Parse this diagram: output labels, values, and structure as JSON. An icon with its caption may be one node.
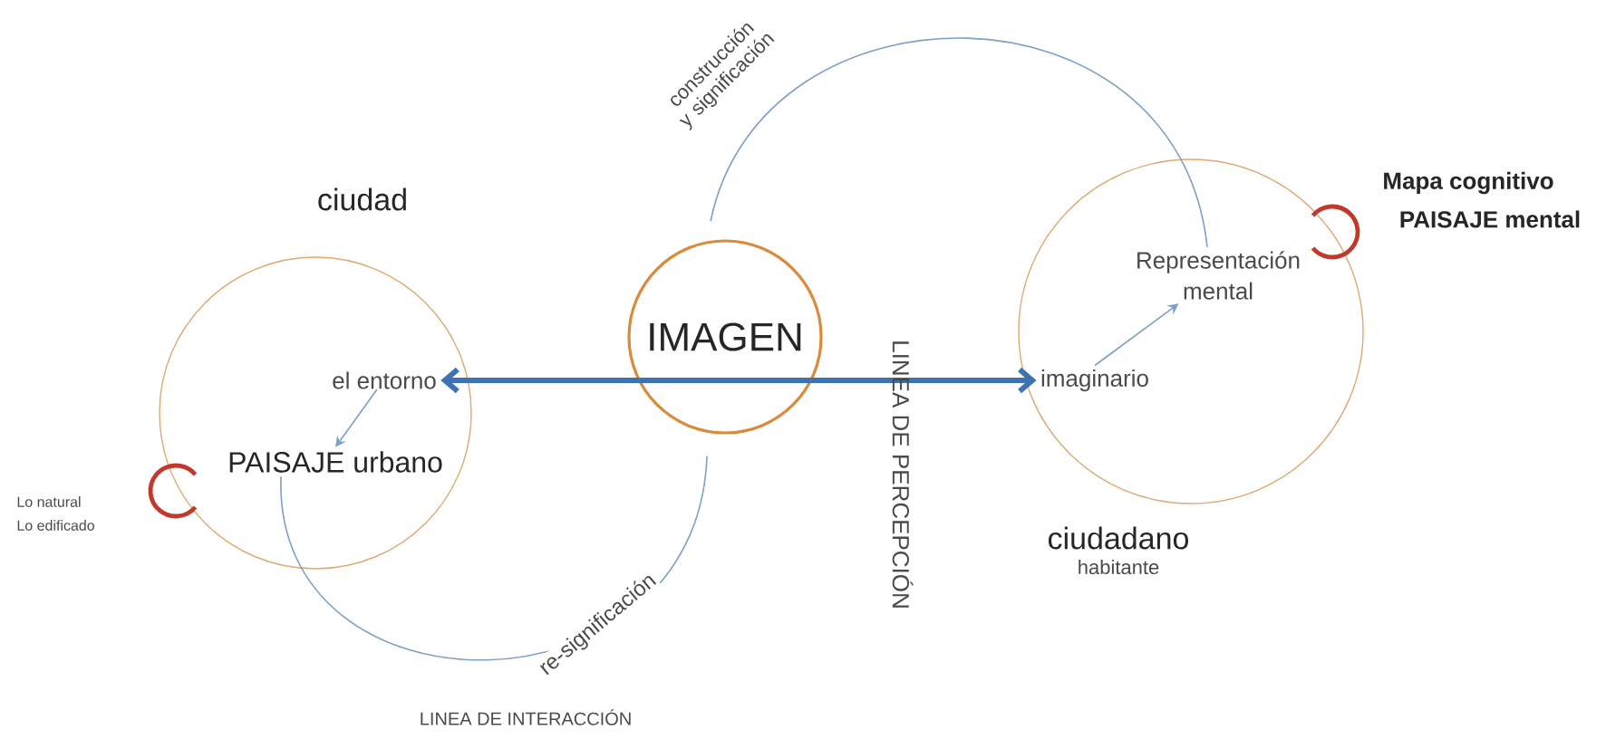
{
  "diagram": {
    "nodes": [
      {
        "text": [
          "ciudad"
        ]
      },
      {
        "text": [
          "el entorno"
        ],
        "in": 0
      },
      {
        "text": [
          "PAISAJE urbano"
        ],
        "in": 0
      },
      {
        "text": [
          "IMAGEN"
        ]
      },
      {
        "text": [
          "ciudadano",
          "habitante"
        ]
      },
      {
        "text": [
          "Representación mental"
        ],
        "in": 4
      },
      {
        "text": [
          "imaginario"
        ],
        "in": 4
      }
    ],
    "edges": [
      {
        "from": 3,
        "to": 1,
        "arrow": "to",
        "style": "thick",
        "color": "#3f72b0"
      },
      {
        "from": 3,
        "to": 6,
        "arrow": "to",
        "style": "thick",
        "color": "#3f72b0"
      },
      {
        "from": 1,
        "to": 2,
        "arrow": "to"
      },
      {
        "from": 6,
        "to": 5,
        "arrow": "to"
      },
      {
        "from": 2,
        "to": 3,
        "arrow": "none",
        "label": "re-significación"
      },
      {
        "from": 3,
        "to": 5,
        "arrow": "none",
        "label": "construcción y significación"
      }
    ],
    "labels": [
      "Mapa cognitivo",
      "PAISAJE mental",
      "Lo natural",
      "Lo edificado",
      "LINEA DE PERCEPCIÓN",
      "LINEA DE INTERACCIÓN"
    ]
  }
}
